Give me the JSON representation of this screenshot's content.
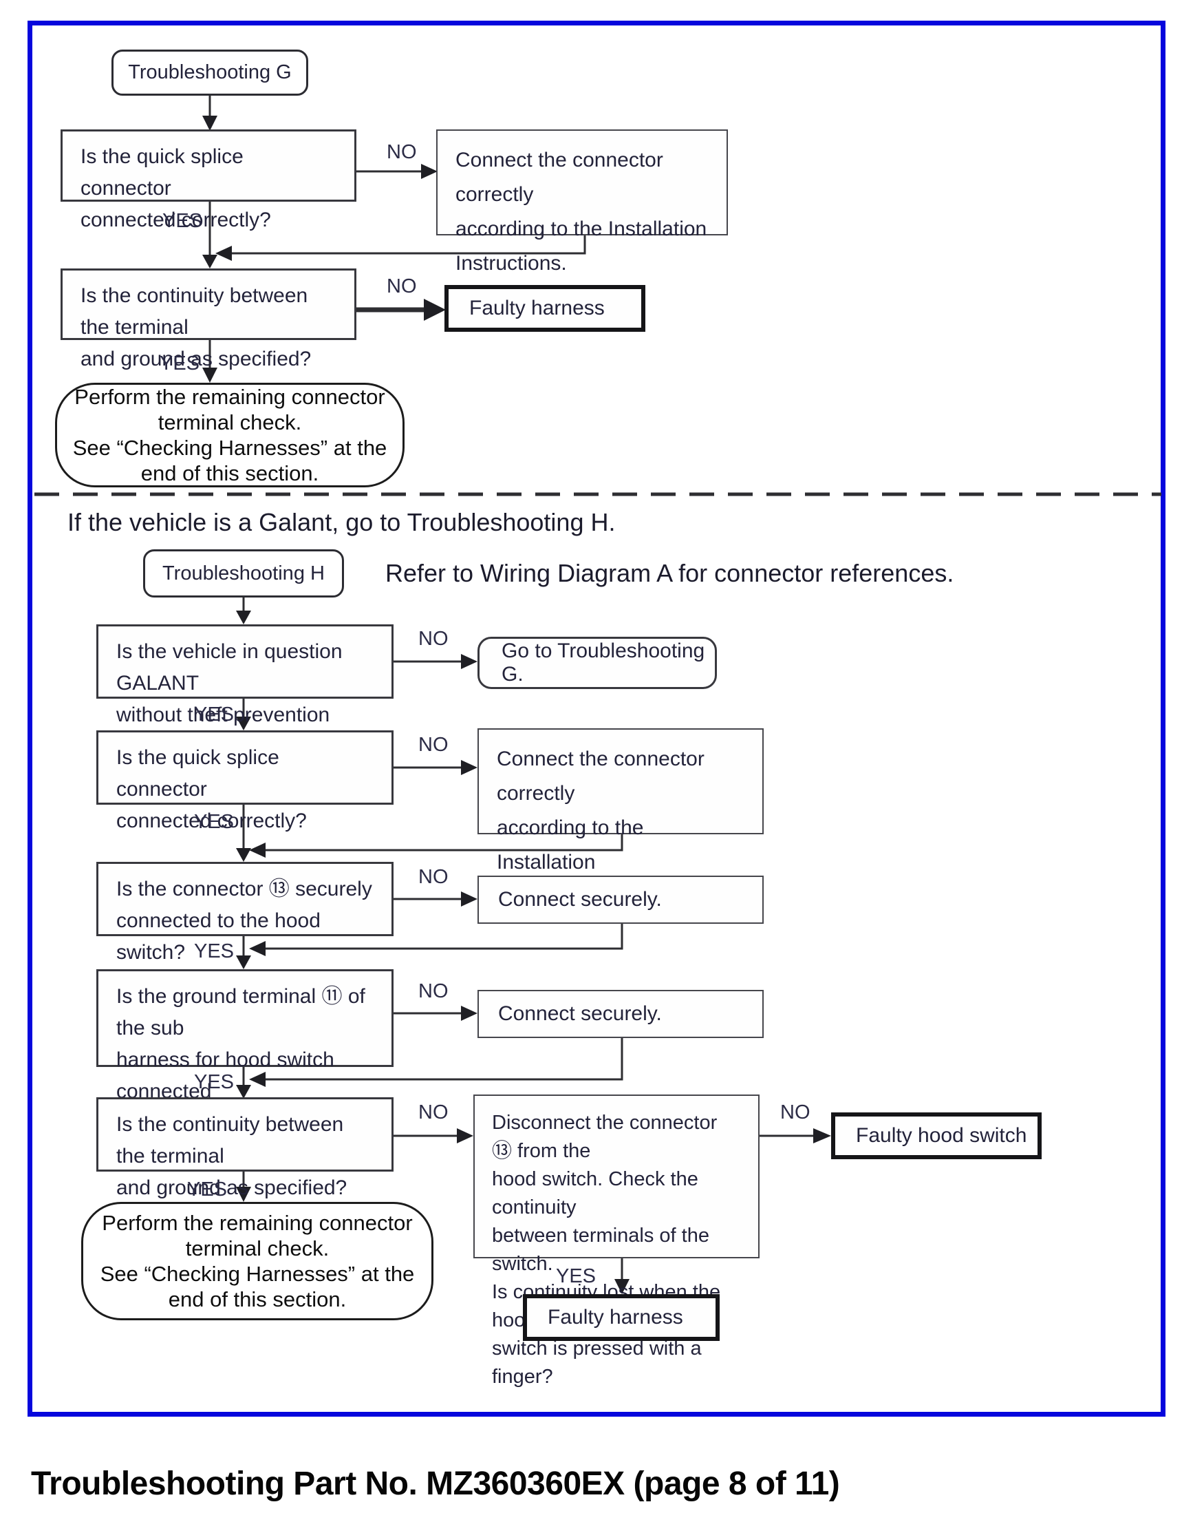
{
  "labels": {
    "yes": "YES",
    "no": "NO"
  },
  "caption": "Troubleshooting Part No. MZ360360EX (page 8 of 11)",
  "divider_note": "If the vehicle is a Galant, go to Troubleshooting H.",
  "section_g": {
    "start": "Troubleshooting G",
    "q_splice": "Is the quick splice connector\nconnected correctly?",
    "a_connect_install": "Connect the connector correctly\naccording to the Installation\nInstructions.",
    "q_continuity": "Is the continuity between the terminal\nand ground as specified?",
    "result_faulty_harness": "Faulty harness",
    "terminator": "Perform the remaining connector\nterminal check.\nSee “Checking Harnesses” at the\nend of this section."
  },
  "section_h": {
    "start": "Troubleshooting H",
    "note": "Refer to Wiring Diagram A for connector references.",
    "q_galant": "Is the vehicle in question GALANT\nwithout theft prevention system?",
    "a_goto_g": "Go to Troubleshooting G.",
    "q_splice": "Is the quick splice connector\nconnected correctly?",
    "a_connect_install": "Connect the connector correctly\naccording to the Installation\nInstructions.",
    "q_connector_hood": "Is the connector ⑬ securely\nconnected to the hood switch?",
    "a_connect_securely_1": "Connect securely.",
    "q_ground_terminal": "Is the ground terminal ⑪ of the sub\nharness for hood switch connected\nsecurely?",
    "a_connect_securely_2": "Connect securely.",
    "q_continuity": "Is the continuity between the terminal\nand ground as specified?",
    "a_disconnect_check": "Disconnect the connector ⑬ from the\nhood switch. Check the continuity\nbetween terminals of the switch.\nIs continuity lost when the hood\nswitch is pressed with a finger?",
    "result_faulty_hood_switch": "Faulty hood switch",
    "result_faulty_harness": "Faulty harness",
    "terminator": "Perform the remaining connector\nterminal check.\nSee “Checking Harnesses” at the\nend of this section."
  }
}
